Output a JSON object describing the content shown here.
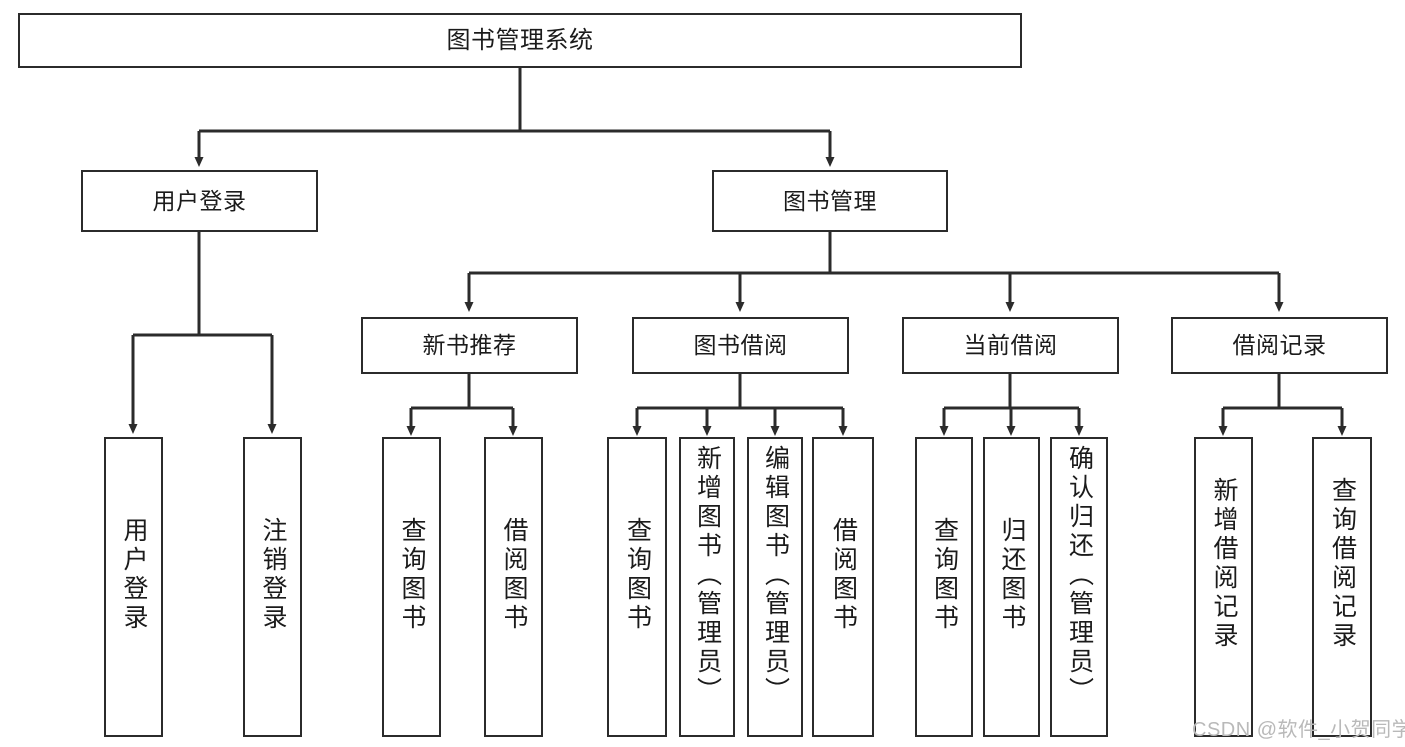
{
  "diagram": {
    "title": "图书管理系统",
    "type": "hierarchy-tree",
    "watermark": "CSDN @软件_小贺同学",
    "colors": {
      "stroke": "#2b2b2b",
      "fill": "#ffffff",
      "text": "#1b1b1b",
      "watermark": "#b9b9b9"
    },
    "levels": {
      "level1": [
        {
          "id": "root",
          "label": "图书管理系统",
          "orientation": "horizontal"
        }
      ],
      "level2": [
        {
          "id": "user-login",
          "label": "用户登录",
          "orientation": "horizontal"
        },
        {
          "id": "book-manage",
          "label": "图书管理",
          "orientation": "horizontal"
        }
      ],
      "level3": [
        {
          "id": "new-book-recommend",
          "label": "新书推荐",
          "orientation": "horizontal",
          "parent": "book-manage"
        },
        {
          "id": "book-borrow",
          "label": "图书借阅",
          "orientation": "horizontal",
          "parent": "book-manage"
        },
        {
          "id": "current-borrow",
          "label": "当前借阅",
          "orientation": "horizontal",
          "parent": "book-manage"
        },
        {
          "id": "borrow-record",
          "label": "借阅记录",
          "orientation": "horizontal",
          "parent": "book-manage"
        }
      ],
      "level4": [
        {
          "id": "leaf-user-login",
          "label": "用户登录",
          "orientation": "vertical",
          "parent": "user-login"
        },
        {
          "id": "leaf-user-logout",
          "label": "注销登录",
          "orientation": "vertical",
          "parent": "user-login"
        },
        {
          "id": "leaf-query-book-1",
          "label": "查询图书",
          "orientation": "vertical",
          "parent": "new-book-recommend"
        },
        {
          "id": "leaf-borrow-book-1",
          "label": "借阅图书",
          "orientation": "vertical",
          "parent": "new-book-recommend"
        },
        {
          "id": "leaf-query-book-2",
          "label": "查询图书",
          "orientation": "vertical",
          "parent": "book-borrow"
        },
        {
          "id": "leaf-add-book",
          "label": "新增图书（管理员）",
          "orientation": "vertical",
          "parent": "book-borrow"
        },
        {
          "id": "leaf-edit-book",
          "label": "编辑图书（管理员）",
          "orientation": "vertical",
          "parent": "book-borrow"
        },
        {
          "id": "leaf-borrow-book-2",
          "label": "借阅图书",
          "orientation": "vertical",
          "parent": "book-borrow"
        },
        {
          "id": "leaf-query-book-3",
          "label": "查询图书",
          "orientation": "vertical",
          "parent": "current-borrow"
        },
        {
          "id": "leaf-return-book",
          "label": "归还图书",
          "orientation": "vertical",
          "parent": "current-borrow"
        },
        {
          "id": "leaf-confirm-return",
          "label": "确认归还（管理员）",
          "orientation": "vertical",
          "parent": "current-borrow"
        },
        {
          "id": "leaf-add-record",
          "label": "新增借阅记录",
          "orientation": "vertical",
          "parent": "borrow-record"
        },
        {
          "id": "leaf-query-record",
          "label": "查询借阅记录",
          "orientation": "vertical",
          "parent": "borrow-record"
        }
      ]
    }
  }
}
